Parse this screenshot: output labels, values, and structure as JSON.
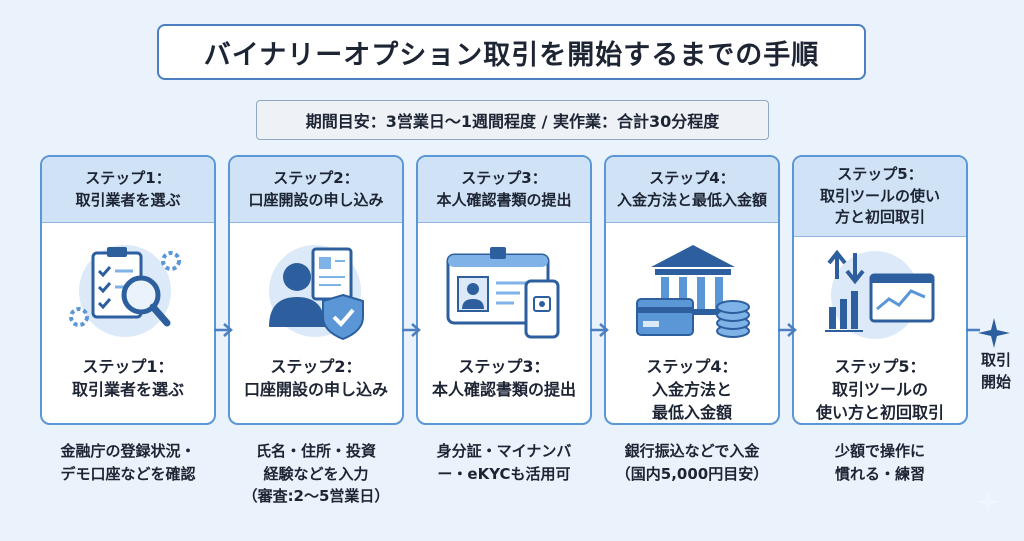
{
  "title": "バイナリーオプション取引を開始するまでの手順",
  "period": "期間目安：3営業日〜1週間程度 / 実作業：合計30分程度",
  "steps": [
    {
      "head": [
        "ステップ1：",
        "取引業者を選ぶ"
      ],
      "sub": [
        "ステップ1：",
        "取引業者を選ぶ"
      ],
      "desc": [
        "金融庁の登録状況・",
        "デモ口座などを確認"
      ],
      "icon": "checklist-magnifier-gear-icon"
    },
    {
      "head": [
        "ステップ2：",
        "口座開設の申し込み"
      ],
      "sub": [
        "ステップ2：",
        "口座開設の申し込み"
      ],
      "desc": [
        "氏名・住所・投資",
        "経験などを入力",
        "（審査:2〜5営業日）"
      ],
      "icon": "person-document-shield-icon"
    },
    {
      "head": [
        "ステップ3：",
        "本人確認書類の提出"
      ],
      "sub": [
        "ステップ3：",
        "本人確認書類の提出"
      ],
      "desc": [
        "身分証・マイナンバ",
        "ー・eKYCも活用可"
      ],
      "icon": "id-card-smartphone-icon"
    },
    {
      "head": [
        "ステップ4：",
        "入金方法と最低入金額"
      ],
      "sub": [
        "ステップ4：",
        "入金方法と",
        "最低入金額"
      ],
      "desc": [
        "銀行振込などで入金",
        "（国内5,000円目安）"
      ],
      "icon": "bank-card-coins-icon"
    },
    {
      "head": [
        "ステップ5：",
        "取引ツールの使い",
        "方と初回取引"
      ],
      "sub": [
        "ステップ5：",
        "取引ツールの",
        "使い方と初回取引"
      ],
      "desc": [
        "少額で操作に",
        "慣れる・練習"
      ],
      "icon": "trading-chart-arrows-icon"
    }
  ],
  "final": [
    "取引",
    "開始"
  ],
  "colors": {
    "accent": "#5b97d6",
    "header_bg": "#cfe2f6",
    "background": "#eaf2fb",
    "icon_dark": "#2d5f9e",
    "icon_light": "#7fb3e8"
  }
}
